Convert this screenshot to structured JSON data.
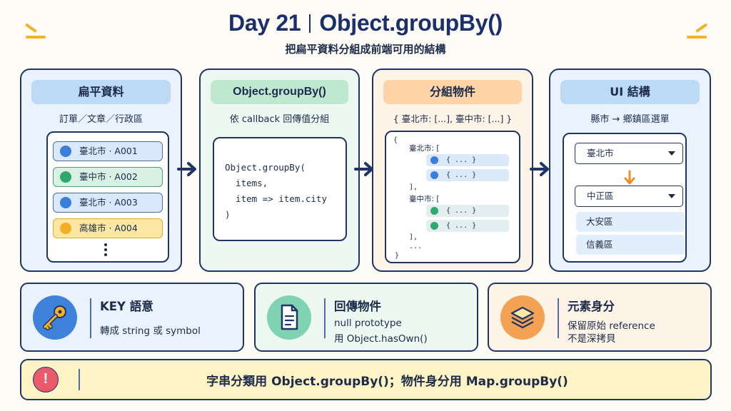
{
  "header": {
    "title_left": "Day 21",
    "title_right": "Object.groupBy()",
    "subtitle": "把扁平資料分組成前端可用的結構"
  },
  "panel1": {
    "heading": "扁平資料",
    "sub": "訂單／文章／行政區",
    "records": [
      "臺北市 · A001",
      "臺中市 · A002",
      "臺北市 · A003",
      "高雄市 · A004"
    ]
  },
  "panel2": {
    "heading": "Object.groupBy()",
    "sub": "依 callback 回傳值分組",
    "code": "Object.groupBy(\n  items,\n  item => item.city\n)"
  },
  "panel3": {
    "heading": "分組物件",
    "sub": "{ 臺北市: [...], 臺中市: [...] }",
    "open_brace": "{",
    "key1": "臺北市: [",
    "item": "{ ... }",
    "close_arr": "],",
    "key2": "臺中市: [",
    "ellipsis": "...",
    "close_brace": "}"
  },
  "panel4": {
    "heading": "UI 結構",
    "sub": "縣市 → 鄉鎮區選單",
    "select1": "臺北市",
    "select2": "中正區",
    "options": [
      "大安區",
      "信義區"
    ]
  },
  "cards": [
    {
      "title": "KEY 語意",
      "lines": [
        "轉成 string 或 symbol"
      ],
      "icon": "key-icon"
    },
    {
      "title": "回傳物件",
      "lines": [
        "null prototype",
        "用 Object.hasOwn()"
      ],
      "icon": "document-icon"
    },
    {
      "title": "元素身分",
      "lines": [
        "保留原始 reference",
        "不是深拷貝"
      ],
      "icon": "layers-icon"
    }
  ],
  "footer": {
    "icon_label": "!",
    "text": "字串分類用 Object.groupBy()；物件身分用 Map.groupBy()"
  },
  "colors": {
    "navy": "#1f3566",
    "blue": "#3b7ddd",
    "green": "#2fa86e",
    "yellow": "#f3b026",
    "orange": "#f38a2a",
    "red": "#ea5a6b"
  }
}
